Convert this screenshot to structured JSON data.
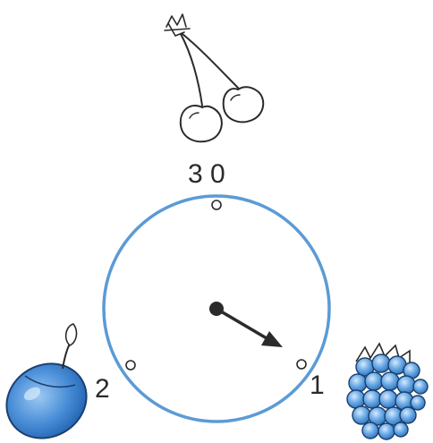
{
  "dial": {
    "labels": {
      "top": "3 0",
      "left": "2",
      "right": "1"
    },
    "pointer_target": "1",
    "colors": {
      "rim": "#5b9bd5",
      "pointer": "#2b2b2b",
      "ink": "#2a2a2a"
    }
  },
  "fruits": {
    "top": "cherries",
    "left": "plum",
    "right": "raspberry"
  },
  "colors": {
    "plum": "#4a8fd8",
    "plum_dark": "#1f5fae",
    "raspberry": "#5aa0e0",
    "raspberry_dark": "#2c6fb8"
  }
}
